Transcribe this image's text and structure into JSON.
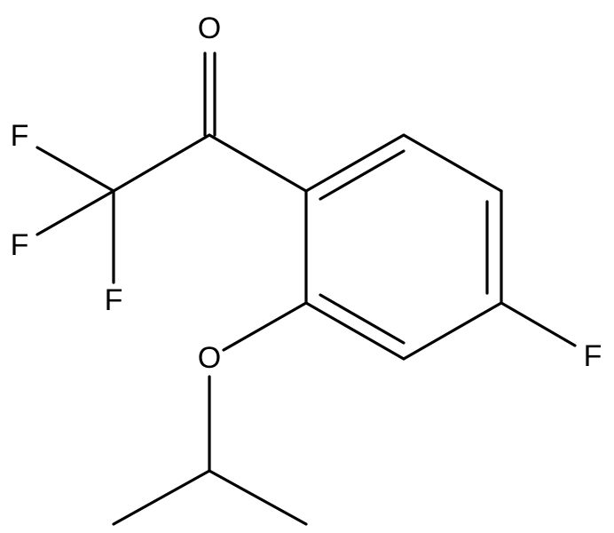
{
  "molecule": {
    "atoms": {
      "o_carbonyl": "O",
      "f1": "F",
      "f2": "F",
      "f3": "F",
      "f_ring": "F",
      "o_ether": "O"
    }
  },
  "colors": {
    "bond": "#000000",
    "label": "#000000",
    "background": "#ffffff"
  }
}
